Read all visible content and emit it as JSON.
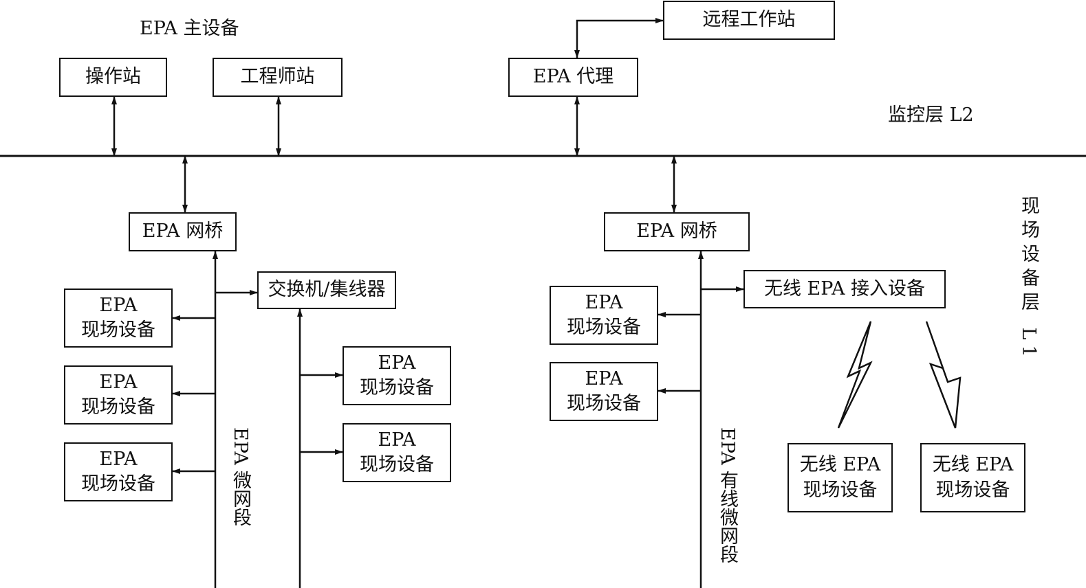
{
  "labels": {
    "master_devices": "EPA 主设备",
    "monitor_layer": "监控层 L2",
    "field_layer": "现场设备层 L1",
    "micro_segment": "EPA 微网段",
    "wired_micro_segment": "EPA 有线微网段"
  },
  "boxes": {
    "remote_workstation": "远程工作站",
    "operator_station": "操作站",
    "engineer_station": "工程师站",
    "epa_proxy": "EPA 代理",
    "bridge_left": "EPA 网桥",
    "bridge_right": "EPA 网桥",
    "switch_hub": "交换机/集线器",
    "wireless_access": "无线 EPA 接入设备",
    "field_device_line1": "EPA",
    "field_device_line2": "现场设备",
    "wireless_device_line1": "无线 EPA",
    "wireless_device_line2": "现场设备"
  }
}
